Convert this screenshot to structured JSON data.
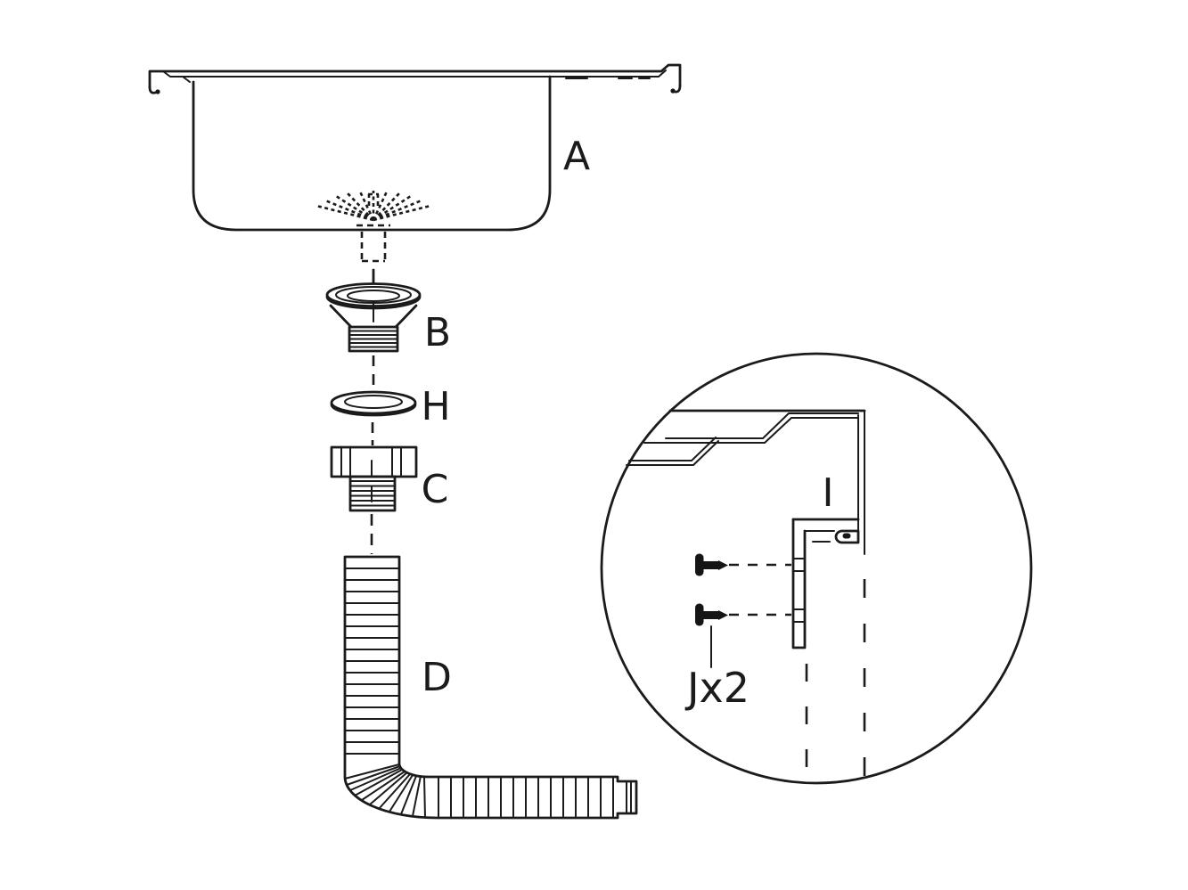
{
  "figure": {
    "background_color": "#ffffff",
    "line_color": "#1b1b1b",
    "description": "Exploded-view assembly diagram of a kitchen sink drain set with magnified rim-clip detail",
    "parts": {
      "sink_label": "A",
      "strainer_label": "B",
      "gasket_label": "H",
      "locknut_label": "C",
      "hose_label": "D",
      "clip_label": "I",
      "screws_label": "Jx2"
    }
  }
}
